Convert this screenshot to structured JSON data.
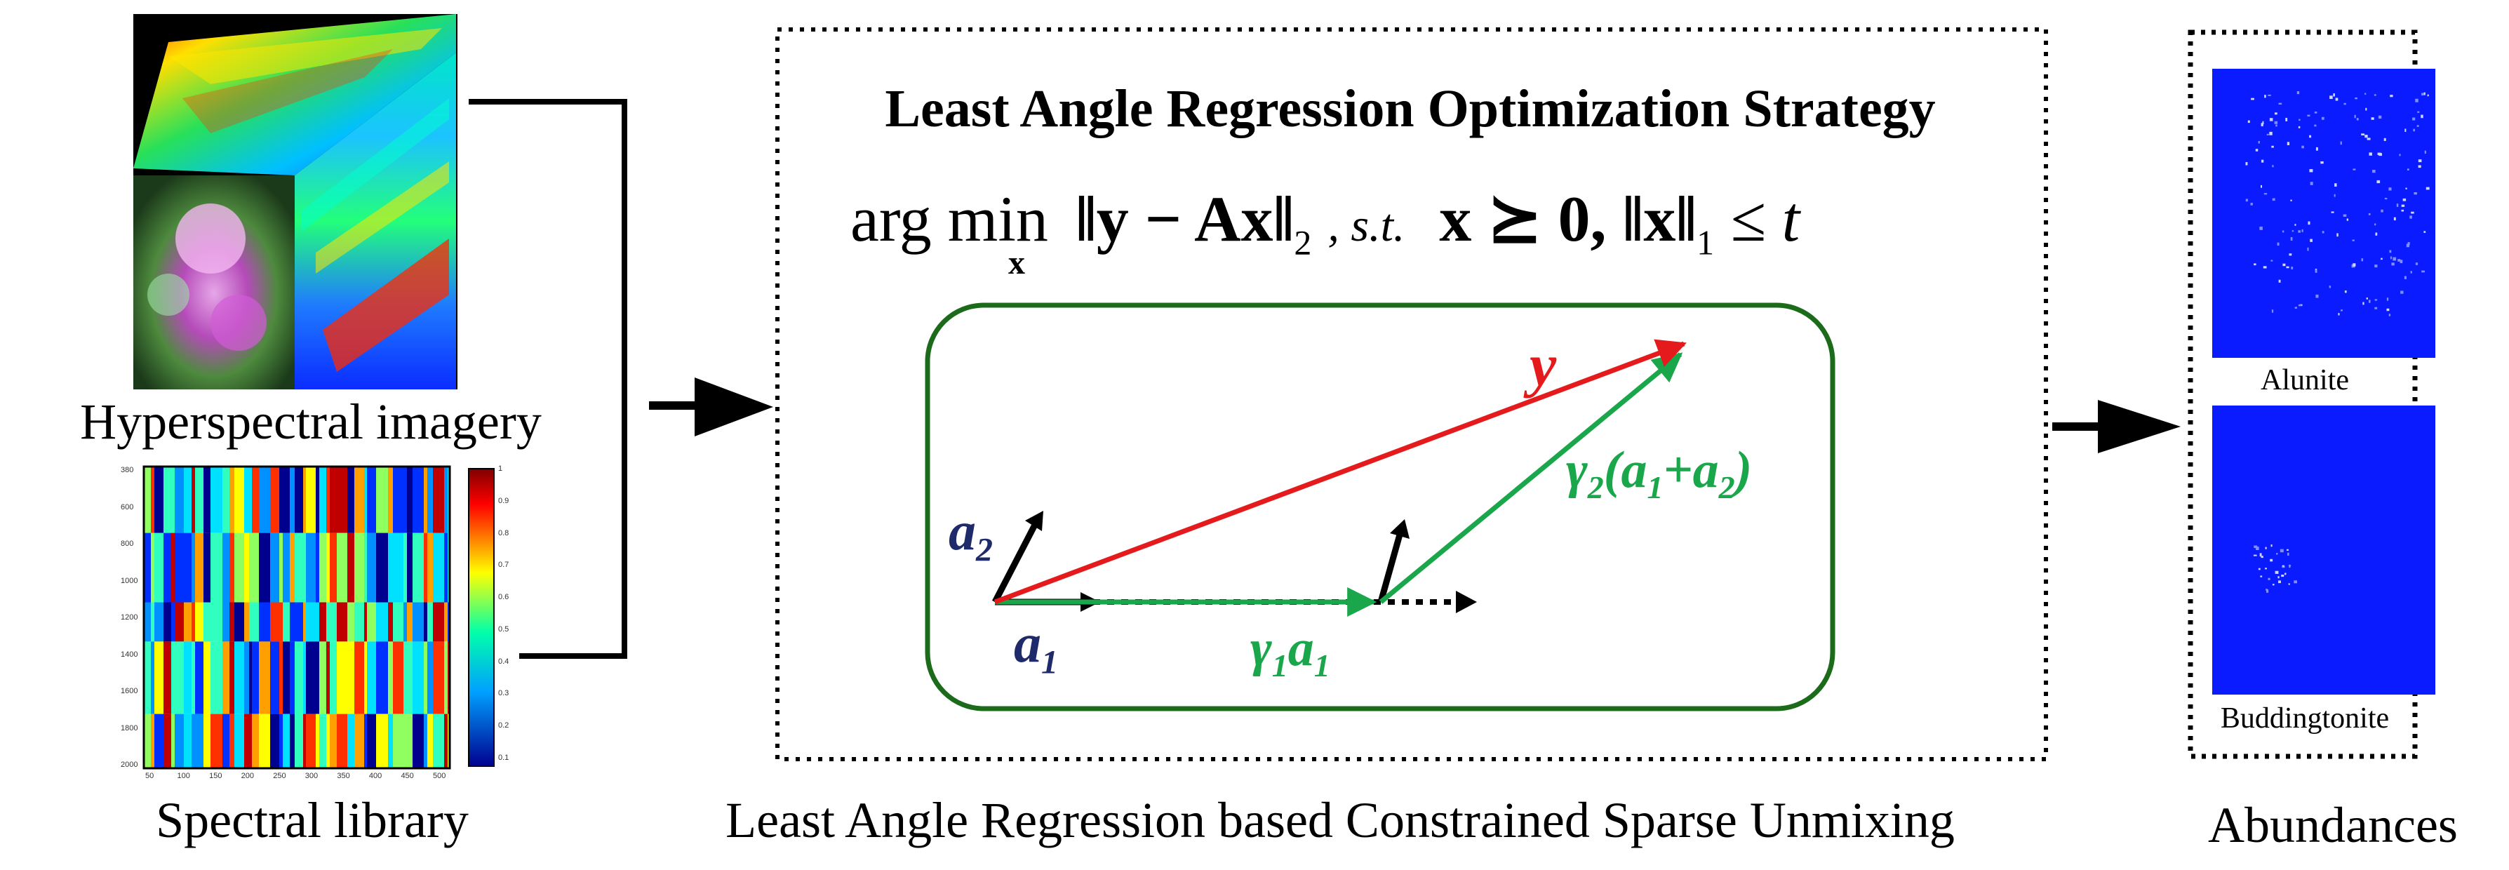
{
  "captions": {
    "hyperspectral": "Hyperspectral imagery",
    "library": "Spectral library",
    "method": "Least Angle Regression based Constrained Sparse Unmixing",
    "abundances": "Abundances"
  },
  "strategy": {
    "title": "Least Angle Regression Optimization Strategy",
    "formula": {
      "argmin": "arg min",
      "sub_x": "x",
      "norm_inner": "y − Ax",
      "norm_sub": "2",
      "st": ", s.t.",
      "constraint1": "x ⪰ 0,",
      "norm2_inner": "x",
      "norm2_sub": "1",
      "leq": "≤ t"
    }
  },
  "vectors": {
    "y": "y",
    "a2": "a",
    "a2_sub": "2",
    "a1": "a",
    "a1_sub": "1",
    "g1a1_g": "γ",
    "g1a1_gsub": "1",
    "g1a1_a": "a",
    "g1a1_asub": "1",
    "g2_g": "γ",
    "g2_gsub": "2",
    "g2_open": "(a",
    "g2_s1": "1",
    "g2_plus": "+a",
    "g2_s2": "2",
    "g2_close": ")"
  },
  "abundances": {
    "map1_label": "Alunite",
    "map2_label": "Buddingtonite"
  },
  "library_axis": {
    "y_ticks": [
      "380",
      "600",
      "800",
      "1000",
      "1200",
      "1400",
      "1600",
      "1800",
      "2000"
    ],
    "x_ticks": [
      "50",
      "100",
      "150",
      "200",
      "250",
      "300",
      "350",
      "400",
      "450",
      "500"
    ],
    "cbar_ticks": [
      "1",
      "0.9",
      "0.8",
      "0.7",
      "0.6",
      "0.5",
      "0.4",
      "0.3",
      "0.2",
      "0.1"
    ]
  },
  "colors": {
    "red": "#e41a1c",
    "green": "#1aa64a",
    "navy": "#1f2a6b",
    "box_green": "#1b6b1b",
    "abundance_blue": "#0a1cff"
  }
}
